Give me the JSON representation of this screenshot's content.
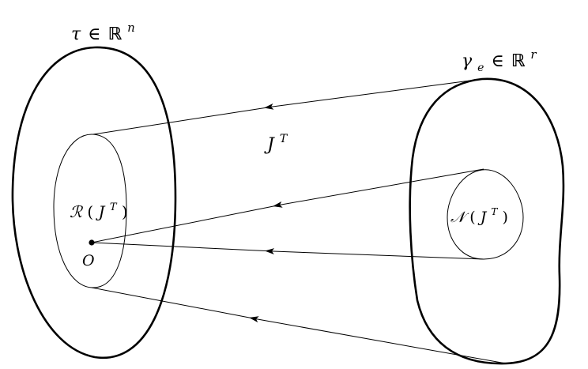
{
  "labels": {
    "domain_space": {
      "symbol": "τ",
      "in": "∈",
      "field": "ℝ",
      "exponent": "n"
    },
    "codomain_space": {
      "symbol": "γ",
      "subscript": "e",
      "in": "∈",
      "field": "ℝ",
      "exponent": "r"
    },
    "map": {
      "base": "J",
      "superscript": "T"
    },
    "range": {
      "operator": "ℛ",
      "open": "(",
      "base": "J",
      "superscript": "T",
      "close": ")"
    },
    "null_space": {
      "operator": "𝒩",
      "open": "(",
      "base": "J",
      "superscript": "T",
      "close": ")"
    },
    "origin": "O"
  }
}
